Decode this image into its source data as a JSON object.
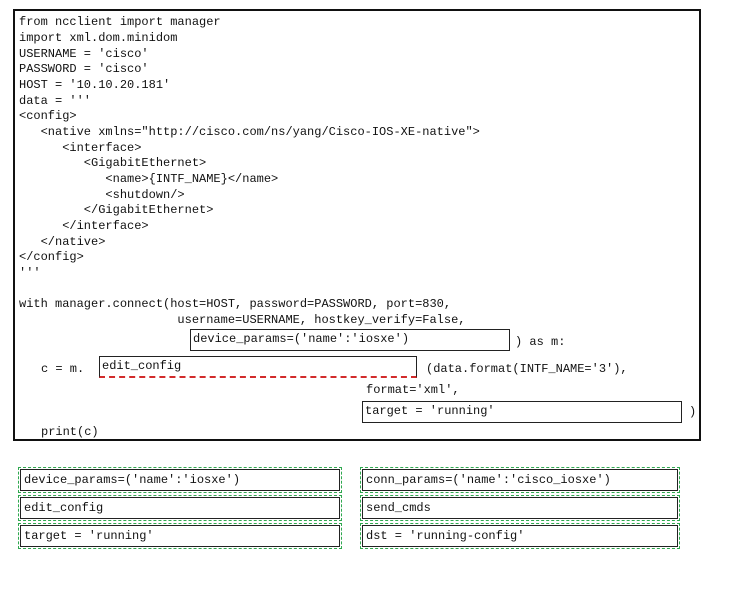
{
  "code": {
    "lines": [
      "from ncclient import manager",
      "import xml.dom.minidom",
      "USERNAME = 'cisco'",
      "PASSWORD = 'cisco'",
      "HOST = '10.10.20.181'",
      "data = '''",
      "<config>",
      "   <native xmlns=\"http://cisco.com/ns/yang/Cisco-IOS-XE-native\">",
      "      <interface>",
      "         <GigabitEthernet>",
      "            <name>{INTF_NAME}</name>",
      "            <shutdown/>",
      "         </GigabitEthernet>",
      "      </interface>",
      "   </native>",
      "</config>",
      "'''",
      "",
      "with manager.connect(host=HOST, password=PASSWORD, port=830,",
      "                      username=USERNAME, hostkey_verify=False,"
    ],
    "as_m": ") as m:",
    "c_assign": "c = m.",
    "data_format": "(data.format(INTF_NAME='3'),",
    "format_xml": "format='xml',",
    "close_paren": ")",
    "print_line": "print(c)"
  },
  "slots": {
    "slot1": "device_params=('name':'iosxe')",
    "slot2": "edit_config",
    "slot3": "target = 'running'"
  },
  "options": [
    "device_params=('name':'iosxe')",
    "conn_params=('name':'cisco_iosxe')",
    "edit_config",
    "send_cmds",
    "target = 'running'",
    "dst = 'running-config'"
  ]
}
